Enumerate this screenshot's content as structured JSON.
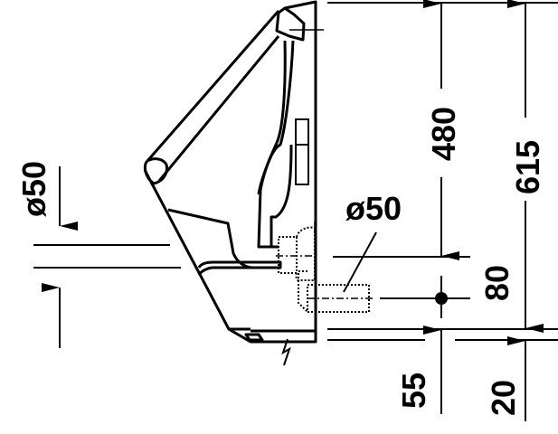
{
  "diagram": {
    "type": "technical-drawing",
    "subject": "wall-hung urinal side elevation",
    "line_color": "#000000",
    "background": "#ffffff",
    "dimensions": {
      "left_inlet_diameter": "ø50",
      "outlet_diameter": "ø50",
      "height_480": "480",
      "height_615": "615",
      "offset_80": "80",
      "height_55": "55",
      "height_20": "20"
    },
    "symbols": {
      "wall_break": "lightning-break-icon",
      "outlet_center": "center-dot-icon"
    }
  }
}
